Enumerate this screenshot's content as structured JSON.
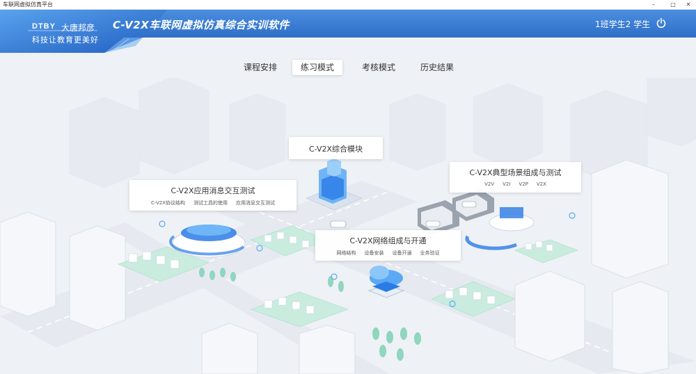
{
  "window": {
    "title": "车联网虚拟仿真平台",
    "minimize_glyph": "–",
    "maximize_glyph": "□",
    "close_glyph": "✕"
  },
  "header": {
    "logo_en": "DTBY",
    "logo_cn_line1": "大唐邦彦",
    "logo_cn_line2": "科技让教育更美好",
    "app_title": "C-V2X车联网虚拟仿真综合实训软件",
    "user": "1班学生2 学生",
    "power_icon": "power-icon"
  },
  "tabs": [
    {
      "label": "课程安排",
      "active": false
    },
    {
      "label": "练习模式",
      "active": true
    },
    {
      "label": "考核模式",
      "active": false
    },
    {
      "label": "历史结果",
      "active": false
    }
  ],
  "modules": {
    "comprehensive": {
      "title": "C-V2X综合模块"
    },
    "app_message": {
      "title": "C-V2X应用消息交互测试",
      "subs": [
        "C-V2X协议结构",
        "测试工具的使用",
        "应用消息交互测试"
      ]
    },
    "typical_scene": {
      "title": "C-V2X典型场景组成与测试",
      "subs": [
        "V2V",
        "V2I",
        "V2P",
        "V2X"
      ]
    },
    "network": {
      "title": "C-V2X网络组成与开通",
      "subs": [
        "网络结构",
        "设备安装",
        "设备开通",
        "业务验证"
      ]
    }
  },
  "colors": {
    "header_blue": "#3a7bd5",
    "accent_blue": "#2b7be6",
    "tree_green": "#8fd6be",
    "background": "#eef1f5"
  }
}
